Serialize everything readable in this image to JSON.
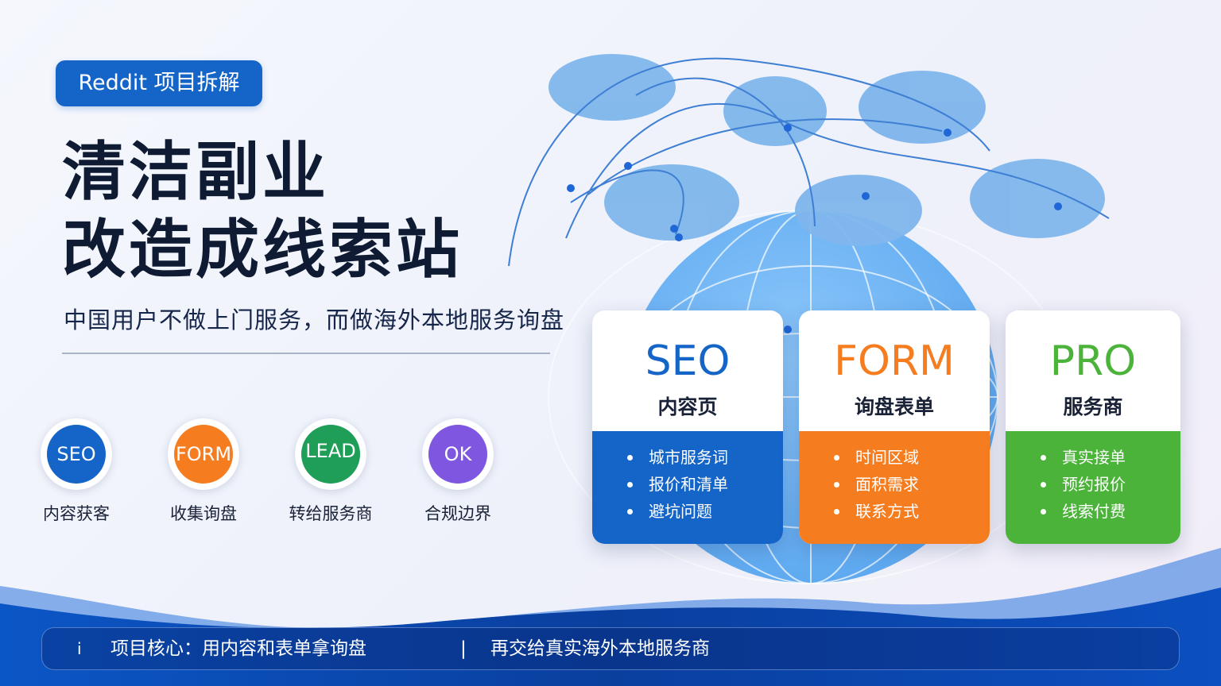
{
  "tag": "Reddit 项目拆解",
  "title": {
    "line1": "清洁副业",
    "line2": "改造成线索站"
  },
  "subtitle": "中国用户不做上门服务，而做海外本地服务询盘",
  "steps": [
    {
      "badge": "SEO",
      "label": "内容获客",
      "color": "#1565c8"
    },
    {
      "badge": "FORM",
      "label": "收集询盘",
      "color": "#f57d1f"
    },
    {
      "badge": "LEAD",
      "label": "转给服务商",
      "color": "#1e9e56"
    },
    {
      "badge": "OK",
      "label": "合规边界",
      "color": "#7e56e0"
    }
  ],
  "cards": [
    {
      "head": "SEO",
      "name": "内容页",
      "color": "#1565c8",
      "items": [
        "城市服务词",
        "报价和清单",
        "避坑问题"
      ]
    },
    {
      "head": "FORM",
      "name": "询盘表单",
      "color": "#f57d1f",
      "items": [
        "时间区域",
        "面积需求",
        "联系方式"
      ]
    },
    {
      "head": "PRO",
      "name": "服务商",
      "color": "#4cb33a",
      "items": [
        "真实接单",
        "预约报价",
        "线索付费"
      ]
    }
  ],
  "footer": {
    "icon": "i",
    "left": "项目核心：用内容和表单拿询盘",
    "separator": "|",
    "right": "再交给真实海外本地服务商"
  },
  "colors": {
    "primary": "#1565c8",
    "navy": "#0f1b33",
    "wave": "#0d3f9e"
  }
}
